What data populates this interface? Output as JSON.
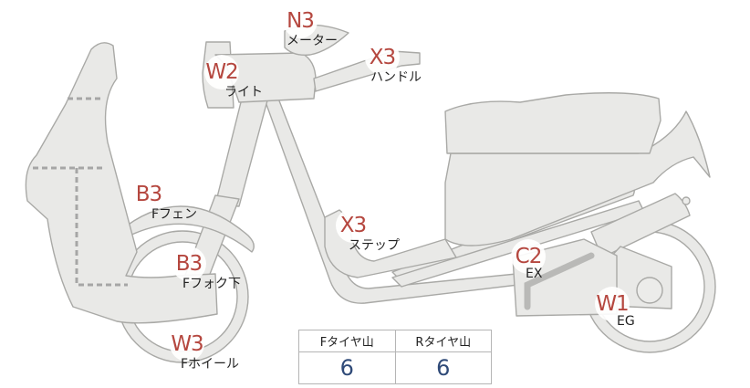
{
  "markers": [
    {
      "id": "meter",
      "grade": "N3",
      "name": "メーター"
    },
    {
      "id": "light",
      "grade": "W2",
      "name": "ライト"
    },
    {
      "id": "handle",
      "grade": "X3",
      "name": "ハンドル"
    },
    {
      "id": "f-fender",
      "grade": "B3",
      "name": "Fフェン"
    },
    {
      "id": "step",
      "grade": "X3",
      "name": "ステップ"
    },
    {
      "id": "f-fork-lower",
      "grade": "B3",
      "name": "Fフォク下"
    },
    {
      "id": "exhaust",
      "grade": "C2",
      "name": "EX"
    },
    {
      "id": "engine",
      "grade": "W1",
      "name": "EG"
    },
    {
      "id": "f-wheel",
      "grade": "W3",
      "name": "Fホイール"
    }
  ],
  "tread": {
    "front_header": "Fタイヤ山",
    "rear_header": "Rタイヤ山",
    "front_value": "6",
    "rear_value": "6"
  },
  "colors": {
    "grade_text": "#b5473f",
    "tread_value": "#2f4a78",
    "part_fill": "#e9e9e7",
    "part_stroke": "#a9a9a6"
  }
}
